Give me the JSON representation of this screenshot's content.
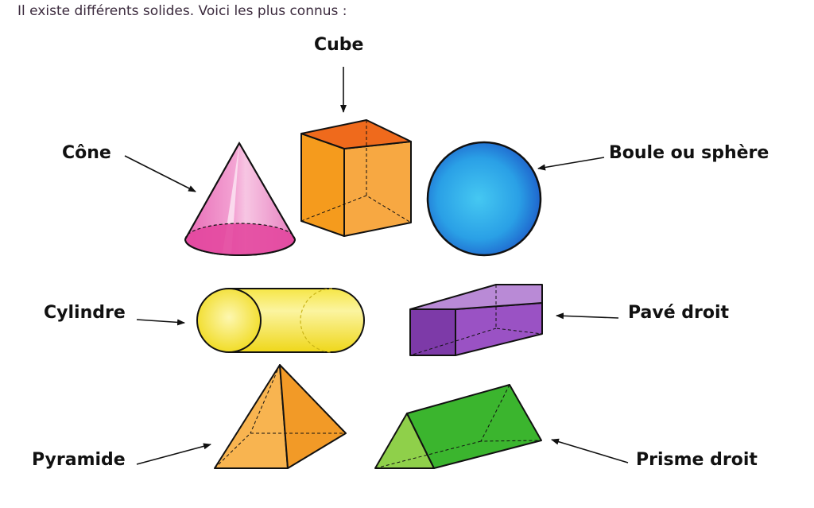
{
  "intro_text": "Il existe différents solides. Voici les plus connus :",
  "labels": {
    "cube": "Cube",
    "cone": "Cône",
    "sphere": "Boule ou sphère",
    "cylinder": "Cylindre",
    "cuboid": "Pavé droit",
    "pyramid": "Pyramide",
    "prism": "Prisme droit"
  },
  "colors": {
    "cone": "#e85aa8",
    "cube": "#f39a1e",
    "sphere": "#2a8fe0",
    "cylinder": "#f4e21a",
    "cuboid": "#8a3fb6",
    "pyramid": "#f7a83a",
    "prism": "#3dbb2f"
  }
}
